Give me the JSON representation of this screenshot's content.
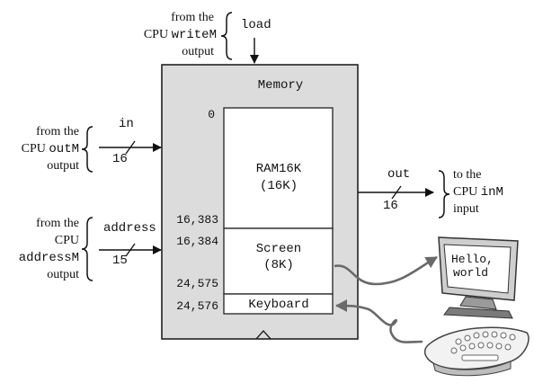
{
  "memory": {
    "title": "Memory",
    "ram": {
      "name": "RAM16K",
      "size": "(16K)"
    },
    "screen": {
      "name": "Screen",
      "size": "(8K)"
    },
    "keyboard": "Keyboard",
    "addresses": {
      "start": "0",
      "ram_end": "16,383",
      "screen_start": "16,384",
      "screen_end": "24,575",
      "keyboard": "24,576"
    }
  },
  "inputs": {
    "load": {
      "pin": "load",
      "source_line1": "from the",
      "source_line2_prefix": "CPU",
      "source_line2_code": "writeM",
      "source_line3": "output"
    },
    "in": {
      "pin": "in",
      "width": "16",
      "source_line1": "from the",
      "source_line2_prefix": "CPU",
      "source_line2_code": "outM",
      "source_line3": "output"
    },
    "address": {
      "pin": "address",
      "width": "15",
      "source_line1": "from the",
      "source_line2": "CPU",
      "source_line3_code": "addressM",
      "source_line4": "output"
    }
  },
  "outputs": {
    "out": {
      "pin": "out",
      "width": "16",
      "dest_line1": "to the",
      "dest_line2_prefix": "CPU",
      "dest_line2_code": "inM",
      "dest_line3": "input"
    }
  },
  "monitor": {
    "line1": "Hello,",
    "line2": "world"
  },
  "colors": {
    "chip_fill": "#dcdcdc",
    "stroke": "#222222",
    "cable": "#6a6a6a"
  }
}
